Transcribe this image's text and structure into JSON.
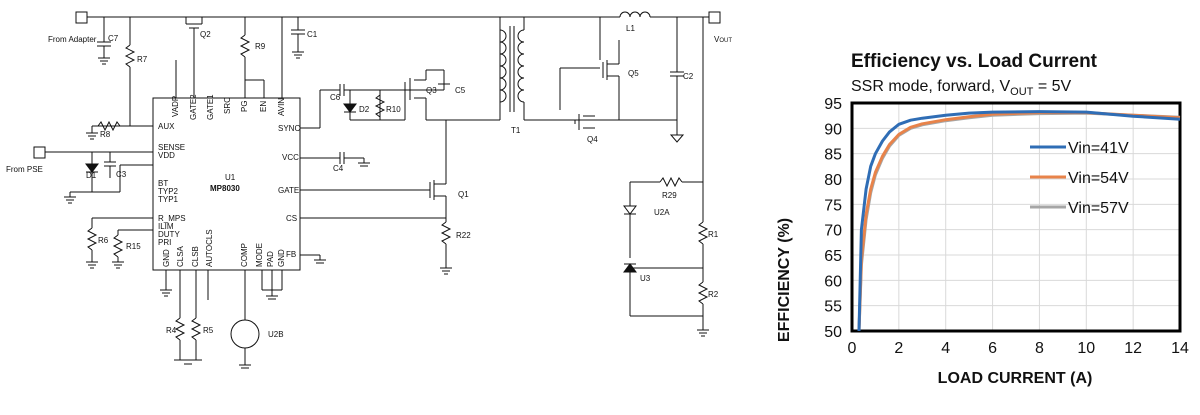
{
  "schematic": {
    "ic": {
      "designator": "U1",
      "part": "MP8030"
    },
    "labels": {
      "from_adapter": "From Adapter",
      "from_pse": "From PSE",
      "vout_main": "V",
      "vout_sub": "OUT"
    },
    "ic_pins_top": [
      "VADP",
      "GATE2",
      "GATE1",
      "SRC",
      "PG",
      "EN",
      "AVIN"
    ],
    "ic_pins_bottom": [
      "GND",
      "CLSA",
      "CLSB",
      "AUTOCLS",
      "COMP",
      "MODE",
      "PAD",
      "GND"
    ],
    "ic_pins_left": [
      "AUX",
      "SENSE",
      "VDD",
      "BT",
      "TYP2",
      "TYP1",
      "R_MPS",
      "ILIM",
      "DUTY",
      "PRI"
    ],
    "ic_pins_right": [
      "SYNC",
      "VCC",
      "GATE",
      "CS",
      "FB"
    ],
    "components": {
      "q1": "Q1",
      "q2": "Q2",
      "q3": "Q3",
      "q4": "Q4",
      "q5": "Q5",
      "c1": "C1",
      "c2": "C2",
      "c3": "C3",
      "c4": "C4",
      "c5": "C5",
      "c6": "C6",
      "c7": "C7",
      "d1": "D1",
      "d2": "D2",
      "r1": "R1",
      "r2": "R2",
      "r4": "R4",
      "r5": "R5",
      "r6": "R6",
      "r7": "R7",
      "r8": "R8",
      "r9": "R9",
      "r10": "R10",
      "r15": "R15",
      "r22": "R22",
      "r29": "R29",
      "t1": "T1",
      "l1": "L1",
      "u2a": "U2A",
      "u2b": "U2B",
      "u3": "U3"
    }
  },
  "chart_data": {
    "type": "line",
    "title": "Efficiency vs. Load Current",
    "subtitle_main": "SSR mode, forward, V",
    "subtitle_sub": "OUT",
    "subtitle_tail": " = 5V",
    "xlabel": "LOAD CURRENT (A)",
    "ylabel": "EFFICIENCY (%)",
    "xlim": [
      0,
      14
    ],
    "ylim": [
      50,
      95
    ],
    "xticks": [
      0,
      2,
      4,
      6,
      8,
      10,
      12,
      14
    ],
    "yticks": [
      50,
      55,
      60,
      65,
      70,
      75,
      80,
      85,
      90,
      95
    ],
    "grid": true,
    "legend_position": "center-right",
    "series": [
      {
        "name": "Vin=41V",
        "color": "#2f6db5",
        "x": [
          0.3,
          0.4,
          0.6,
          0.8,
          1.0,
          1.3,
          1.6,
          2.0,
          2.5,
          3.0,
          4.0,
          5.0,
          6.0,
          8.0,
          10.0,
          12.0,
          14.0
        ],
        "y": [
          50,
          70,
          78,
          82.5,
          85,
          87.5,
          89.3,
          90.8,
          91.6,
          92.0,
          92.6,
          93.0,
          93.2,
          93.3,
          93.2,
          92.4,
          91.8
        ]
      },
      {
        "name": "Vin=54V",
        "color": "#e8834a",
        "x": [
          0.3,
          0.4,
          0.6,
          0.8,
          1.0,
          1.3,
          1.6,
          2.0,
          2.5,
          3.0,
          4.0,
          5.0,
          6.0,
          8.0,
          10.0,
          12.0,
          14.0
        ],
        "y": [
          50,
          64,
          73,
          78,
          81.3,
          84.5,
          86.8,
          88.8,
          90.2,
          90.9,
          91.7,
          92.3,
          92.8,
          93.1,
          93.1,
          92.6,
          92.1
        ]
      },
      {
        "name": "Vin=57V",
        "color": "#a6a6a6",
        "x": [
          0.3,
          0.4,
          0.6,
          0.8,
          1.0,
          1.3,
          1.6,
          2.0,
          2.5,
          3.0,
          4.0,
          5.0,
          6.0,
          8.0,
          10.0,
          12.0,
          14.0
        ],
        "y": [
          50,
          63,
          72,
          77.3,
          80.8,
          84.1,
          86.5,
          88.6,
          90.0,
          90.7,
          91.5,
          92.1,
          92.6,
          92.9,
          93.0,
          92.6,
          92.2
        ]
      }
    ]
  }
}
